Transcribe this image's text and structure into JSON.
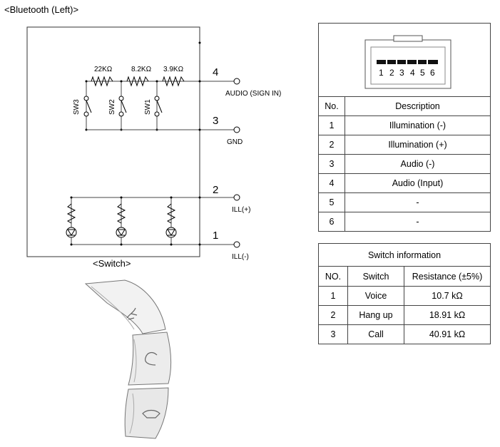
{
  "title": "<Bluetooth (Left)>",
  "schematic": {
    "switch_caption": "<Switch>",
    "resistors": [
      "22KΩ",
      "8.2KΩ",
      "3.9KΩ"
    ],
    "switches": [
      "SW3",
      "SW2",
      "SW1"
    ],
    "pins": [
      {
        "num": "4",
        "label": "AUDIO (SIGN IN)"
      },
      {
        "num": "3",
        "label": "GND"
      },
      {
        "num": "2",
        "label": "ILL(+)"
      },
      {
        "num": "1",
        "label": "ILL(-)"
      }
    ]
  },
  "connector": {
    "pin_numbers": [
      "1",
      "2",
      "3",
      "4",
      "5",
      "6"
    ],
    "headers": {
      "no": "No.",
      "description": "Description"
    },
    "rows": [
      {
        "no": "1",
        "description": "Illumination (-)"
      },
      {
        "no": "2",
        "description": "Illumination (+)"
      },
      {
        "no": "3",
        "description": "Audio (-)"
      },
      {
        "no": "4",
        "description": "Audio (Input)"
      },
      {
        "no": "5",
        "description": "-"
      },
      {
        "no": "6",
        "description": "-"
      }
    ]
  },
  "switch_info": {
    "title": "Switch information",
    "headers": {
      "no": "NO.",
      "switch": "Switch",
      "resistance": "Resistance (±5%)"
    },
    "rows": [
      {
        "no": "1",
        "switch": "Voice",
        "resistance": "10.7 kΩ"
      },
      {
        "no": "2",
        "switch": "Hang up",
        "resistance": "18.91 kΩ"
      },
      {
        "no": "3",
        "switch": "Call",
        "resistance": "40.91 kΩ"
      }
    ]
  }
}
